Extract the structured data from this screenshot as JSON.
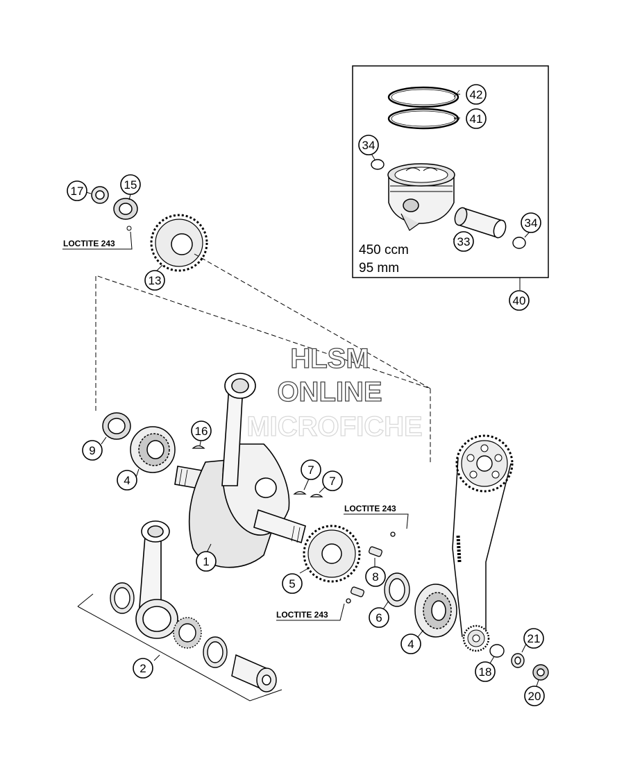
{
  "diagram": {
    "box": {
      "displacement": "450 ccm",
      "bore": "95 mm"
    },
    "notes": {
      "loctite": "LOCTITE 243"
    },
    "watermark": {
      "line1": "HLSM",
      "line2": "ONLINE",
      "line3": "MICROFICHE"
    },
    "callouts": {
      "c1": "1",
      "c2": "2",
      "c4a": "4",
      "c4b": "4",
      "c5": "5",
      "c6": "6",
      "c7a": "7",
      "c7b": "7",
      "c8": "8",
      "c9": "9",
      "c13": "13",
      "c15": "15",
      "c16": "16",
      "c17": "17",
      "c18": "18",
      "c20": "20",
      "c21": "21",
      "c33": "33",
      "c34a": "34",
      "c34b": "34",
      "c40": "40",
      "c41": "41",
      "c42": "42"
    }
  }
}
